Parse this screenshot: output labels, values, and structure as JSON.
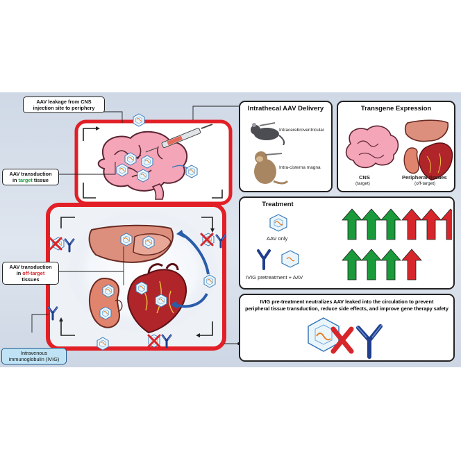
{
  "labels": {
    "leakage_line1": "AAV leakage from CNS",
    "leakage_line2": "injection site to periphery",
    "target_line1": "AAV transduction",
    "target_line2_prefix": "in ",
    "target_line2_highlight": "target",
    "target_line2_suffix": " tissue",
    "offtarget_line1": "AAV transduction",
    "offtarget_line2_prefix": "in ",
    "offtarget_line2_highlight": "off-target",
    "offtarget_line3": "tissues",
    "ivig_line1": "Intravenous",
    "ivig_line2": "immunoglobulin (IVIG)"
  },
  "delivery": {
    "title": "Intrathecal AAV Delivery",
    "route1": "Intracerebroventricular",
    "route2": "Intra-cisterna magna"
  },
  "expression": {
    "title": "Transgene Expression",
    "cns_label": "CNS",
    "cns_sub": "(target)",
    "peripheral_label": "Peripheral tissues",
    "peripheral_sub": "(off-target)"
  },
  "treatment": {
    "title": "Treatment",
    "row1_label": "AAV only",
    "row2_label": "IVIG pretreatment + AAV",
    "row1_green_arrows": 3,
    "row1_red_arrows": 3,
    "row2_green_arrows": 3,
    "row2_red_arrows": 1
  },
  "conclusion": {
    "line1": "IVIG pre-treatment neutralizes AAV leaked into the circulation to prevent",
    "line2": "peripheral tissue transduction, reduce side effects, and improve gene therapy safety"
  },
  "colors": {
    "green": "#1a9a3a",
    "red": "#d7262b",
    "border_red": "#e21f26",
    "background": "#d6deea",
    "antibody_blue": "#1f3e8c"
  }
}
